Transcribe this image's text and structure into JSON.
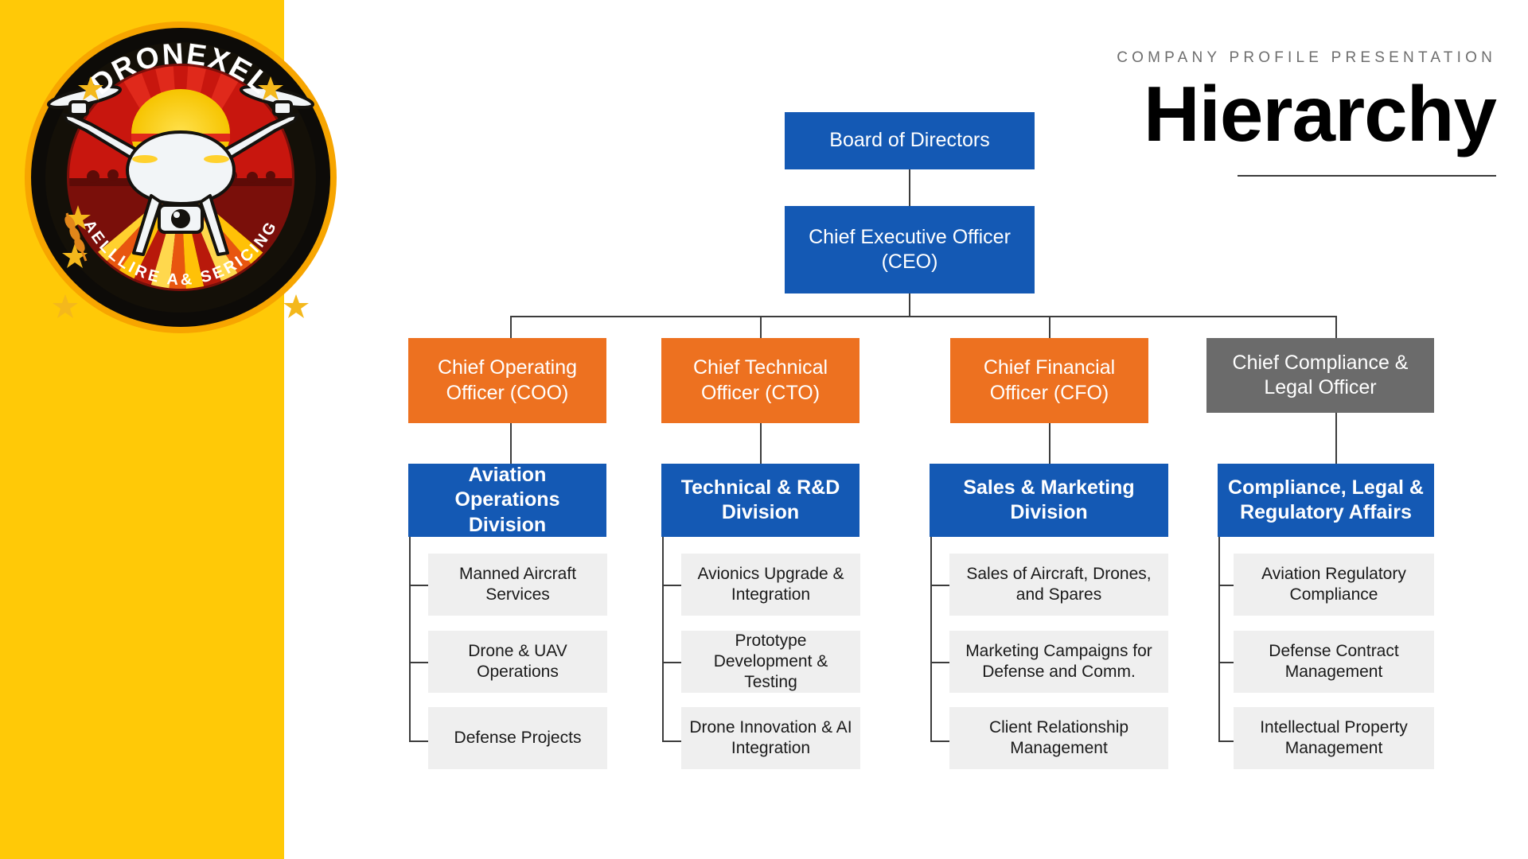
{
  "brand": {
    "logo_top_text": "DRONEXEL",
    "logo_bottom_text": "AELLLIRE A& SERICING",
    "sidebar_color": "#FFC907"
  },
  "header": {
    "eyebrow": "COMPANY PROFILE PRESENTATION",
    "title": "Hierarchy"
  },
  "colors": {
    "blue": "#1459B4",
    "orange": "#ED7120",
    "gray": "#6B6B6B",
    "leaf": "#EFEFEF",
    "line": "#3C3C3C"
  },
  "chart_data": {
    "type": "diagram",
    "title": "Hierarchy",
    "nodes": {
      "board": {
        "label": "Board of Directors",
        "level": 0,
        "color": "#1459B4"
      },
      "ceo": {
        "label": "Chief Executive Officer (CEO)",
        "level": 1,
        "color": "#1459B4"
      }
    },
    "columns": [
      {
        "exec": {
          "label": "Chief Operating Officer (COO)",
          "color": "#ED7120"
        },
        "division": {
          "label": "Aviation Operations Division",
          "color": "#1459B4"
        },
        "leaves": [
          "Manned Aircraft Services",
          "Drone & UAV Operations",
          "Defense Projects"
        ]
      },
      {
        "exec": {
          "label": "Chief Technical Officer (CTO)",
          "color": "#ED7120"
        },
        "division": {
          "label": "Technical & R&D Division",
          "color": "#1459B4"
        },
        "leaves": [
          "Avionics Upgrade & Integration",
          "Prototype Development & Testing",
          "Drone Innovation & AI Integration"
        ]
      },
      {
        "exec": {
          "label": "Chief Financial Officer (CFO)",
          "color": "#ED7120"
        },
        "division": {
          "label": "Sales & Marketing Division",
          "color": "#1459B4"
        },
        "leaves": [
          "Sales of Aircraft, Drones, and Spares",
          "Marketing Campaigns for Defense and Comm.",
          "Client Relationship Management"
        ]
      },
      {
        "exec": {
          "label": "Chief Compliance & Legal Officer",
          "color": "#6B6B6B"
        },
        "division": {
          "label": "Compliance, Legal & Regulatory Affairs",
          "color": "#1459B4"
        },
        "leaves": [
          "Aviation Regulatory Compliance",
          "Defense Contract Management",
          "Intellectual Property Management"
        ]
      }
    ]
  }
}
